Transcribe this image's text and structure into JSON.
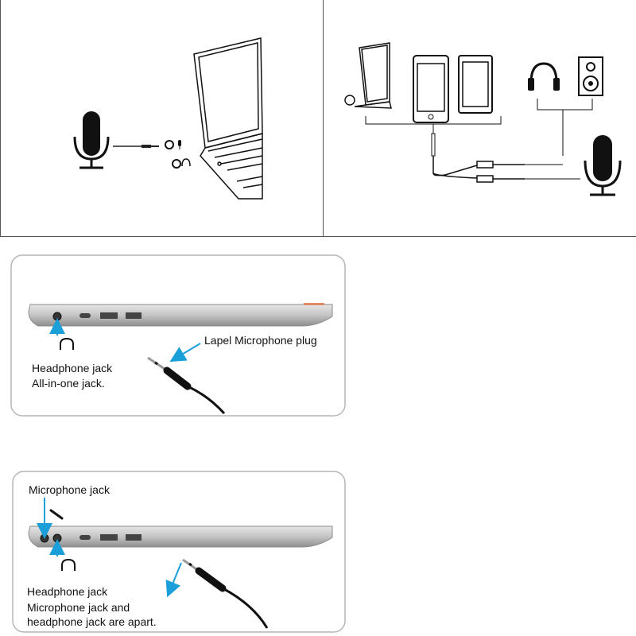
{
  "top_left": {
    "port_icons": [
      "microphone-symbol-icon",
      "headphone-symbol-icon"
    ]
  },
  "top_right": {
    "device_icons": [
      "laptop-icon",
      "smartphone-icon",
      "tablet-icon",
      "headphones-icon",
      "speaker-icon",
      "microphone-icon"
    ]
  },
  "panel_1": {
    "plug_label": "Lapel Microphone plug",
    "jack_label": "Headphone jack",
    "jack_note": "All-in-one jack."
  },
  "panel_2": {
    "mic_label": "Microphone jack",
    "headphone_label": "Headphone jack",
    "note_line1": "Microphone jack and",
    "note_line2": "headphone jack are apart."
  },
  "colors": {
    "arrow": "#1a9fd9",
    "panel_border": "#b5b5b5",
    "laptop_body": "#b9b9b9",
    "laptop_accent": "#e08a6a"
  }
}
